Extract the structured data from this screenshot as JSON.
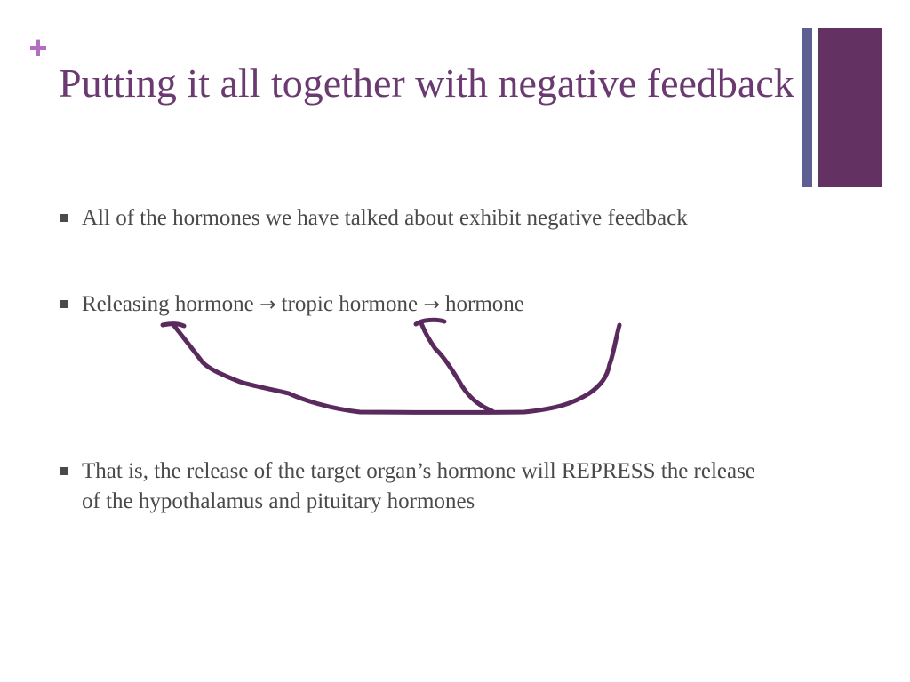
{
  "slide": {
    "plus_symbol": "+",
    "title": "Putting it all together with negative feedback",
    "bullets": {
      "b1": "All of the hormones we have talked about exhibit negative feedback",
      "b2": {
        "part1": "Releasing hormone",
        "arrow1": "→",
        "part2": "tropic hormone",
        "arrow2": "→",
        "part3": "hormone"
      },
      "b3": "That is, the release of the target organ’s hormone will REPRESS the release of the hypothalamus and pituitary hormones"
    }
  },
  "colors": {
    "title": "#6a3a70",
    "plus": "#b36cc2",
    "accent_thin": "#5d5f93",
    "accent_wide": "#633262",
    "ink": "#5a2a5e",
    "body_text": "#4a4a4a"
  }
}
